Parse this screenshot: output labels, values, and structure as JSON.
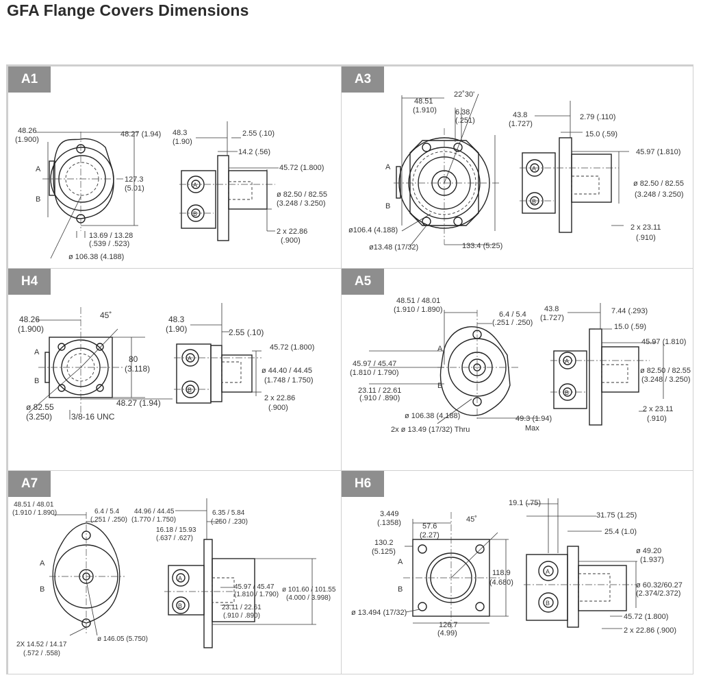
{
  "page": {
    "title": "GFA Flange Covers Dimensions"
  },
  "colors": {
    "tab_bg": "#8e8e8e",
    "border": "#cfcfcf",
    "line": "#222222"
  },
  "panels": {
    "a1": {
      "tab": "A1",
      "labels": {
        "l1": "48.26",
        "l2": "(1.900)",
        "l3": "48.27 (1.94)",
        "l4": "A",
        "l5": "B",
        "l6": "127.3",
        "l7": "(5.01)",
        "l8": "13.69 / 13.28",
        "l9": "(.539 / .523)",
        "l10": "ø 106.38 (4.188)",
        "l11": "48.3",
        "l12": "(1.90)",
        "l13": "2.55 (.10)",
        "l14": "14.2 (.56)",
        "l15": "45.72 (1.800)",
        "l16": "ø 82.50 / 82.55",
        "l17": "(3.248 / 3.250)",
        "l18": "2 x 22.86",
        "l19": "(.900)",
        "l20": "A",
        "l21": "B"
      }
    },
    "a3": {
      "tab": "A3",
      "labels": {
        "l1": "48.51",
        "l2": "(1.910)",
        "l3": "22˚30'",
        "l4": "6.38",
        "l5": "(.251)",
        "l6": "A",
        "l7": "B",
        "l8": "ø106.4 (4.188)",
        "l9": "ø13.48 (17/32)",
        "l10": "133.4 (5.25)",
        "l11": "43.8",
        "l12": "(1.727)",
        "l13": "2.79 (.110)",
        "l14": "15.0 (.59)",
        "l15": "45.97 (1.810)",
        "l16": "ø 82.50 / 82.55",
        "l17": "(3.248 / 3.250)",
        "l18": "2 x 23.11",
        "l19": "(.910)",
        "l20": "A",
        "l21": "B"
      }
    },
    "h4": {
      "tab": "H4",
      "labels": {
        "l1": "48.26",
        "l2": "(1.900)",
        "l3": "45˚",
        "l4": "A",
        "l5": "B",
        "l6": "80",
        "l7": "(3.118)",
        "l8": "48.27 (1.94)",
        "l9": "ø 82.55",
        "l10": "(3.250)",
        "l11": "3/8-16 UNC",
        "l12": "48.3",
        "l13": "(1.90)",
        "l14": "2.55 (.10)",
        "l15": "45.72 (1.800)",
        "l16": "ø 44.40 / 44.45",
        "l17": "(1.748 / 1.750)",
        "l18": "2 x 22.86",
        "l19": "(.900)",
        "l20": "A",
        "l21": "B"
      }
    },
    "a5": {
      "tab": "A5",
      "labels": {
        "l1": "48.51 / 48.01",
        "l2": "(1.910 / 1.890)",
        "l3": "6.4 / 5.4",
        "l4": "(.251 / .250)",
        "l5": "A",
        "l6": "45.97 / 45.47",
        "l7": "(1.810 / 1.790)",
        "l8": "B",
        "l9": "23.11 / 22.61",
        "l10": "(.910 / .890)",
        "l11": "ø 106.38 (4.188)",
        "l12": "2x ø 13.49 (17/32) Thru",
        "l13": "49.3 (1.94)",
        "l14": "Max",
        "l15": "43.8",
        "l16": "(1.727)",
        "l17": "7.44 (.293)",
        "l18": "15.0 (.59)",
        "l19": "45.97 (1.810)",
        "l20": "ø 82.50 / 82.55",
        "l21": "(3.248 / 3.250)",
        "l22": "2 x 23.11",
        "l23": "(.910)",
        "l24": "A",
        "l25": "B"
      }
    },
    "a7": {
      "tab": "A7",
      "labels": {
        "l1": "48.51 / 48.01",
        "l2": "(1.910 / 1.890)",
        "l3": "6.4 / 5.4",
        "l4": "(.251 / .250)",
        "l5": "A",
        "l6": "B",
        "l7": "2X 14.52 / 14.17",
        "l8": "(.572 / .558)",
        "l9": "ø 146.05 (5.750)",
        "l10": "44.96 / 44.45",
        "l11": "(1.770 / 1.750)",
        "l12": "6.35 / 5.84",
        "l13": "(.250 / .230)",
        "l14": "16.18 / 15.93",
        "l15": "(.637 / .627)",
        "l16": "45.97 / 45.47",
        "l17": "(1.810 / 1.790)",
        "l18": "23.11 / 22.61",
        "l19": "(.910 / .890)",
        "l20": "ø 101.60 / 101.55",
        "l21": "(4.000 / 3.998)",
        "l22": "A",
        "l23": "B"
      }
    },
    "h6": {
      "tab": "H6",
      "labels": {
        "l1": "3.449",
        "l2": "(.1358)",
        "l3": "57.6",
        "l4": "(2.27)",
        "l5": "45˚",
        "l6": "130.2",
        "l7": "(5.125)",
        "l8": "A",
        "l9": "B",
        "l10": "118.9",
        "l11": "(4.680)",
        "l12": "ø 13.494 (17/32)",
        "l13": "126.7",
        "l14": "(4.99)",
        "l15": "19.1 (.75)",
        "l16": "31.75 (1.25)",
        "l17": "25.4 (1.0)",
        "l18": "ø 49.20",
        "l19": "(1.937)",
        "l20": "ø 60.32/60.27",
        "l21": "(2.374/2.372)",
        "l22": "45.72 (1.800)",
        "l23": "2 x 22.86 (.900)",
        "l24": "A",
        "l25": "B"
      }
    }
  }
}
